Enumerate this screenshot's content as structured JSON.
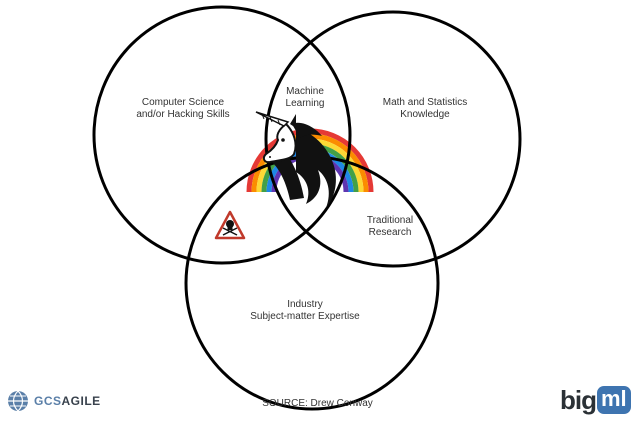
{
  "circles": {
    "top_left": {
      "line1": "Computer Science",
      "line2": "and/or Hacking Skills"
    },
    "top_right": {
      "line1": "Math and Statistics",
      "line2": "Knowledge"
    },
    "bottom": {
      "line1": "Industry",
      "line2": "Subject-matter Expertise"
    }
  },
  "overlaps": {
    "cs_math": {
      "line1": "Machine",
      "line2": "Learning"
    },
    "math_domain": {
      "line1": "Traditional",
      "line2": "Research"
    },
    "center": {
      "icon": "unicorn-with-rainbow"
    },
    "cs_domain": {
      "icon": "danger-skull-icon"
    }
  },
  "source": "SOURCE: Drew Conway",
  "logos": {
    "left": {
      "text_a": "GCS",
      "text_b": "AGILE"
    },
    "right": {
      "text_big": "big",
      "text_ml": "ml"
    }
  },
  "colors": {
    "circle_stroke": "#000000",
    "warning_red": "#c0392b",
    "rainbow": [
      "#e53935",
      "#fb8c00",
      "#fdd835",
      "#43a047",
      "#1e88e5",
      "#5e35b1"
    ],
    "bigml_blue": "#3e74b0"
  }
}
